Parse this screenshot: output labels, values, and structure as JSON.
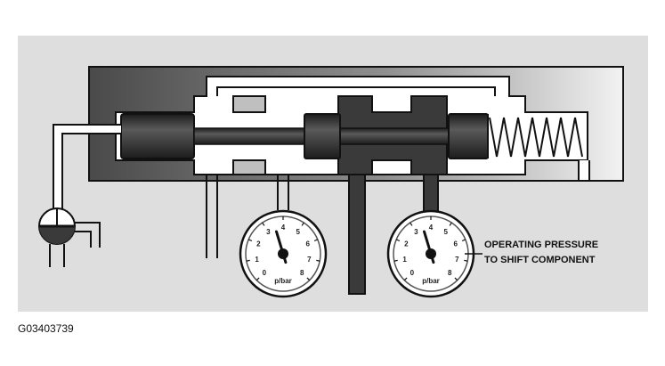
{
  "figure": {
    "id": "G03403739",
    "callout": [
      "OPERATING PRESSURE",
      "TO SHIFT COMPONENT"
    ]
  },
  "gauges": [
    {
      "name": "left",
      "unit": "p/bar",
      "scale": [
        "0",
        "1",
        "2",
        "3",
        "4",
        "5",
        "6",
        "7",
        "8"
      ],
      "reading": 3.5
    },
    {
      "name": "right",
      "unit": "p/bar",
      "scale": [
        "0",
        "1",
        "2",
        "3",
        "4",
        "5",
        "6",
        "7",
        "8"
      ],
      "reading": 3.5
    }
  ],
  "colors": {
    "panel": "#dedede",
    "body_dark": "#4d4d4d",
    "body_light": "#bfbfbf",
    "spool": "#2b2b2b",
    "fluid_dark": "#3a3a3a",
    "line": "#111111"
  }
}
